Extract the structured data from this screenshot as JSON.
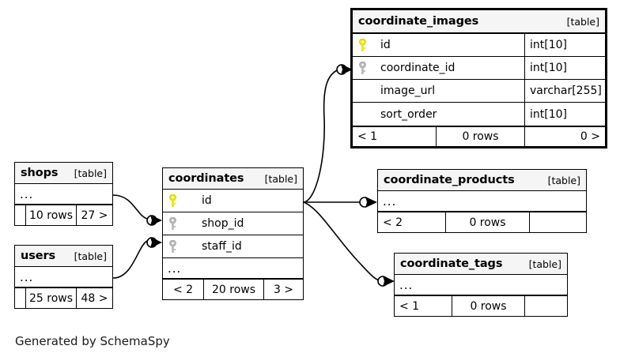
{
  "diagram": {
    "caption": "Generated by SchemaSpy",
    "table_tag": "[table]",
    "ellipsis": "...",
    "colors": {
      "primary_key": "#e8e800",
      "foreign_key": "#b3b3b3",
      "header_bg": "#f5f5f5",
      "border": "#000000",
      "background": "#ffffff"
    }
  },
  "tables": {
    "coordinate_images": {
      "name": "coordinate_images",
      "tag": "[table]",
      "emphasized": true,
      "columns": [
        {
          "key": "primary-key-icon",
          "name": "id",
          "type": "int[10]"
        },
        {
          "key": "foreign-key-icon",
          "name": "coordinate_id",
          "type": "int[10]"
        },
        {
          "key": "none",
          "name": "image_url",
          "type": "varchar[255]"
        },
        {
          "key": "none",
          "name": "sort_order",
          "type": "int[10]"
        }
      ],
      "footer": {
        "left": "< 1",
        "center": "0 rows",
        "right": "0 >"
      }
    },
    "coordinates": {
      "name": "coordinates",
      "tag": "[table]",
      "emphasized": false,
      "columns": [
        {
          "key": "primary-key-icon",
          "name": "id"
        },
        {
          "key": "foreign-key-icon",
          "name": "shop_id"
        },
        {
          "key": "foreign-key-icon",
          "name": "staff_id"
        }
      ],
      "more": "...",
      "footer": {
        "left": "< 2",
        "center": "20 rows",
        "right": "3 >"
      }
    },
    "shops": {
      "name": "shops",
      "tag": "[table]",
      "emphasized": false,
      "more": "...",
      "footer": {
        "left": "",
        "center": "10 rows",
        "right": "27 >"
      }
    },
    "users": {
      "name": "users",
      "tag": "[table]",
      "emphasized": false,
      "more": "...",
      "footer": {
        "left": "",
        "center": "25 rows",
        "right": "48 >"
      }
    },
    "coordinate_products": {
      "name": "coordinate_products",
      "tag": "[table]",
      "emphasized": false,
      "more": "...",
      "footer": {
        "left": "< 2",
        "center": "0 rows",
        "right": ""
      }
    },
    "coordinate_tags": {
      "name": "coordinate_tags",
      "tag": "[table]",
      "emphasized": false,
      "more": "...",
      "footer": {
        "left": "< 1",
        "center": "0 rows",
        "right": ""
      }
    }
  },
  "relationships": [
    {
      "from": "shops",
      "to": "coordinates.shop_id"
    },
    {
      "from": "users",
      "to": "coordinates.staff_id"
    },
    {
      "from": "coordinates",
      "to": "coordinate_images.coordinate_id"
    },
    {
      "from": "coordinates",
      "to": "coordinate_products"
    },
    {
      "from": "coordinates",
      "to": "coordinate_tags"
    }
  ]
}
